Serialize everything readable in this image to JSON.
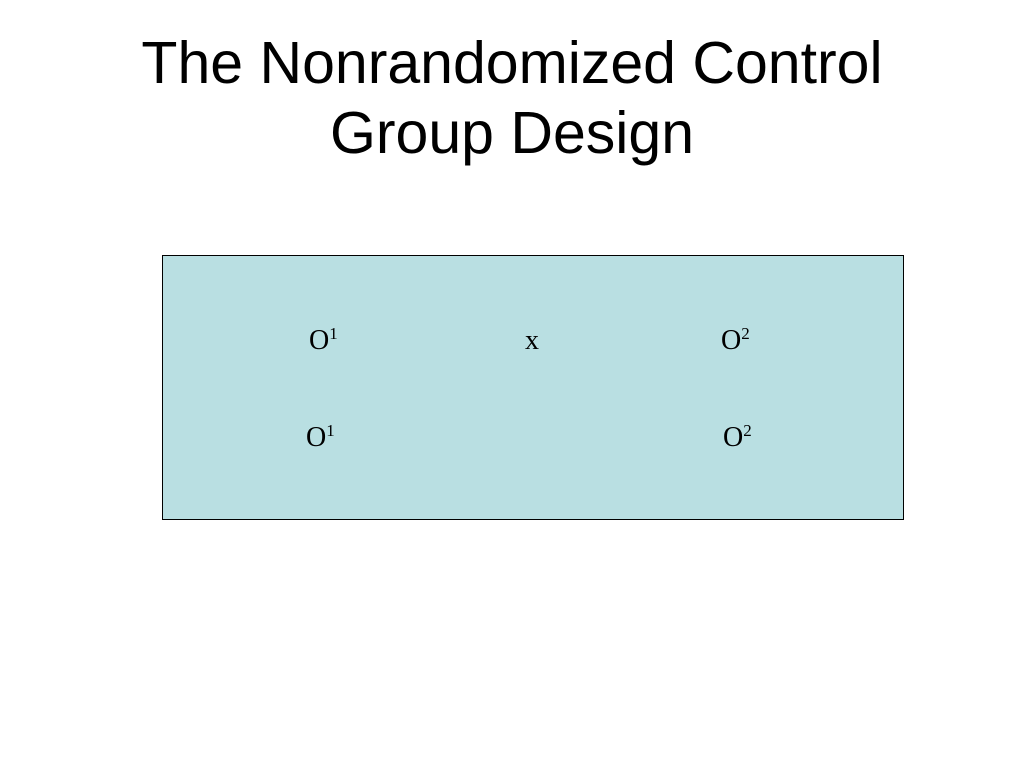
{
  "slide": {
    "title_line1": "The Nonrandomized Control",
    "title_line2": "Group Design"
  },
  "design": {
    "background_color": "#b9dfe2",
    "rows": [
      {
        "pre_symbol": "O",
        "pre_sup": "1",
        "treatment": "x",
        "post_symbol": "O",
        "post_sup": "2"
      },
      {
        "pre_symbol": "O",
        "pre_sup": "1",
        "treatment": "",
        "post_symbol": "O",
        "post_sup": "2"
      }
    ]
  }
}
